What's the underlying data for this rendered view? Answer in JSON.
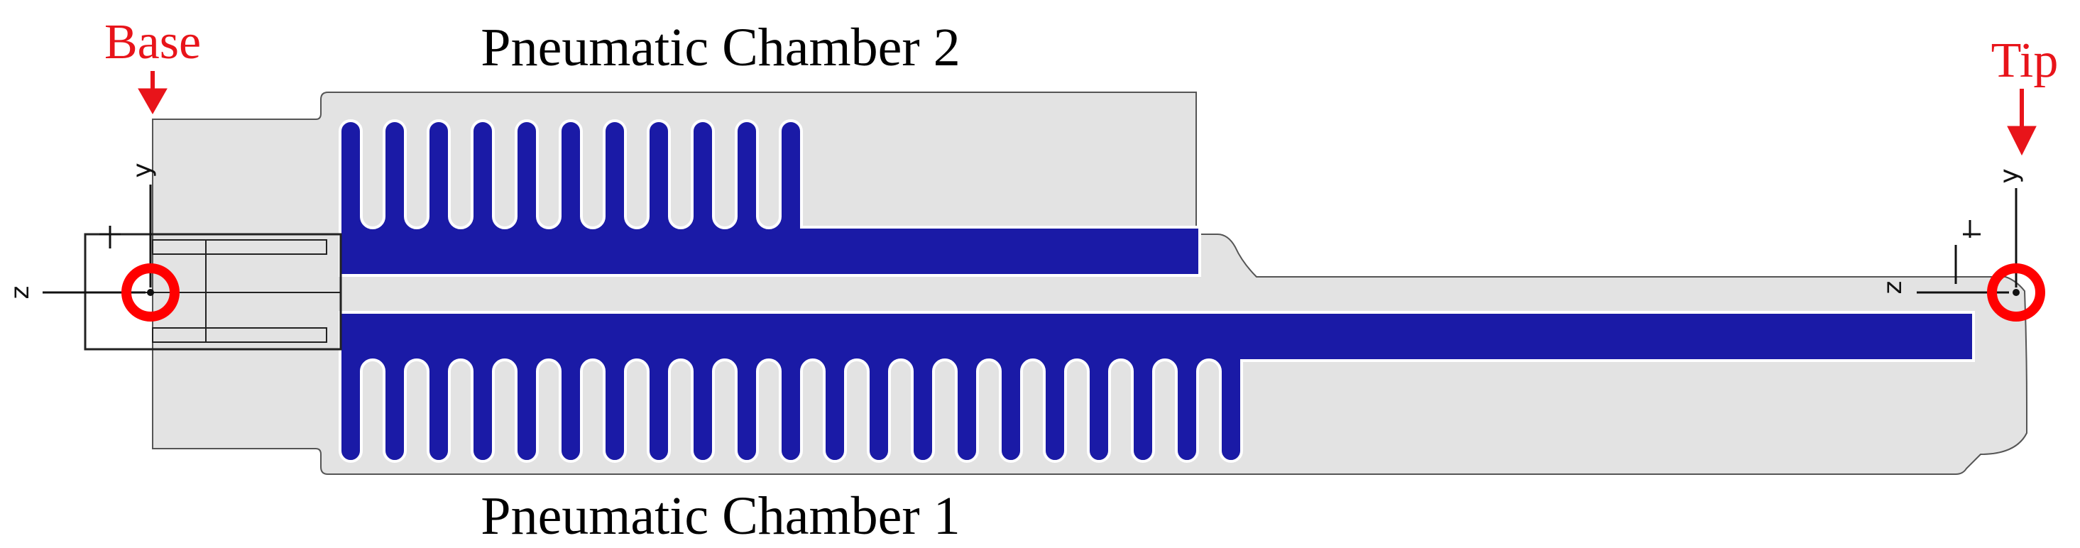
{
  "labels": {
    "base": "Base",
    "tip": "Tip",
    "chamber_top": "Pneumatic Chamber 2",
    "chamber_bottom": "Pneumatic Chamber 1",
    "axis_y": "y",
    "axis_z": "z"
  },
  "chambers": {
    "top_loops": 11,
    "bottom_loops": 21
  },
  "colors": {
    "body": "#e3e3e3",
    "chamber": "#1a1aa6",
    "outline": "#555555",
    "marker": "#ff0000",
    "label_red": "#e8141a",
    "text": "#000000",
    "frame": "#222222"
  }
}
